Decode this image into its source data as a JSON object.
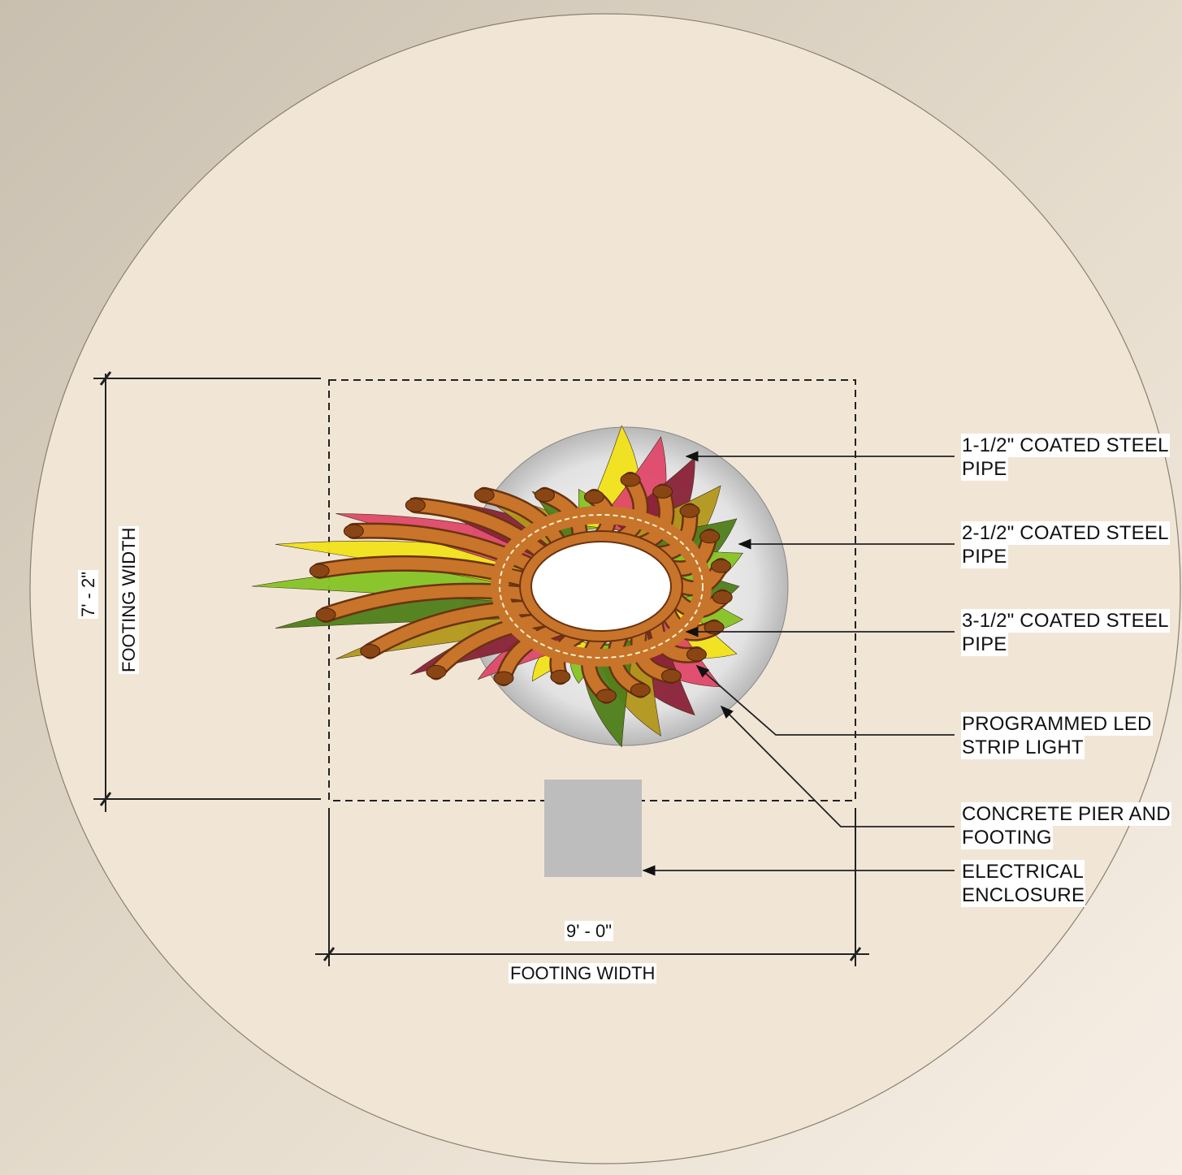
{
  "colors": {
    "background_corner": "#cdc3b4",
    "circle_fill": "#f1e6d6",
    "line": "#222222",
    "pipe": "#c8742a",
    "pipe_dark": "#6a3310",
    "enclosure": "#bdbdbd",
    "footing_oval": "#d8d8d8",
    "leaf_colors": [
      "#4f7f1a",
      "#86c424",
      "#f2e21a",
      "#e0486a",
      "#8a2238",
      "#b3981c"
    ]
  },
  "labels": {
    "pipe_1_5": {
      "line1": "1-1/2\" COATED STEEL",
      "line2": "PIPE"
    },
    "pipe_2_5": {
      "line1": "2-1/2\" COATED STEEL",
      "line2": "PIPE"
    },
    "pipe_3_5": {
      "line1": "3-1/2\" COATED STEEL",
      "line2": "PIPE"
    },
    "led": {
      "line1": "PROGRAMMED LED",
      "line2": "STRIP LIGHT"
    },
    "pier": {
      "line1": "CONCRETE PIER AND",
      "line2": "FOOTING"
    },
    "enclosure": {
      "line1": "ELECTRICAL",
      "line2": "ENCLOSURE"
    }
  },
  "dimensions": {
    "horizontal_value": "9' - 0\"",
    "horizontal_label": "FOOTING WIDTH",
    "vertical_value": "7' - 2\"",
    "vertical_label": "FOOTING WIDTH"
  }
}
